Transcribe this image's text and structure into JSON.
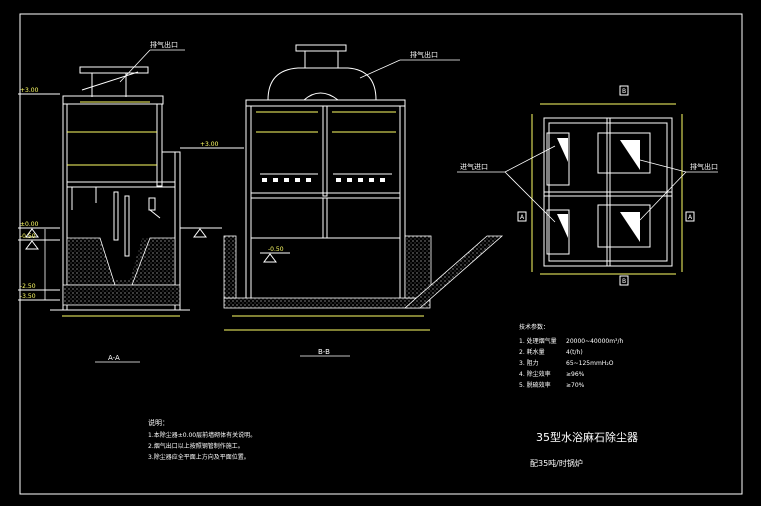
{
  "colors": {
    "background": "#000000",
    "line": "#ffffff",
    "dimension": "#ffff66",
    "hatch": "#cccccc"
  },
  "section_a": {
    "label": "A-A",
    "outlet_label": "排气出口",
    "levels": [
      "+3.00",
      "±0.00",
      "-0.50",
      "-2.50",
      "-3.50"
    ]
  },
  "section_b": {
    "label": "B-B",
    "outlet_label": "排气出口",
    "levels": [
      "+3.00",
      "-0.50"
    ]
  },
  "plan": {
    "marks": [
      "B",
      "B",
      "A",
      "A"
    ],
    "inlet_label": "进气进口",
    "outlet_label": "排气出口"
  },
  "tech_params": {
    "title": "技术参数：",
    "rows": [
      {
        "name": "1. 处理烟气量",
        "value": "20000~40000m³/h"
      },
      {
        "name": "2. 耗水量",
        "value": "4(t/h)"
      },
      {
        "name": "3. 阻力",
        "value": "65~125mmH₂O"
      },
      {
        "name": "4. 除尘效率",
        "value": "≥96%"
      },
      {
        "name": "5. 脱硫效率",
        "value": "≥70%"
      }
    ]
  },
  "notes": {
    "title": "说明：",
    "items": [
      "1.本除尘器±0.00层前墙砌体有关说明。",
      "2.烟气出口以上按照钢管制作施工。",
      "3.除尘器应全平面上方向及平面位置。"
    ]
  },
  "title_block": {
    "name": "35型水浴麻石除尘器",
    "subtitle": "配35吨/时锅炉"
  }
}
